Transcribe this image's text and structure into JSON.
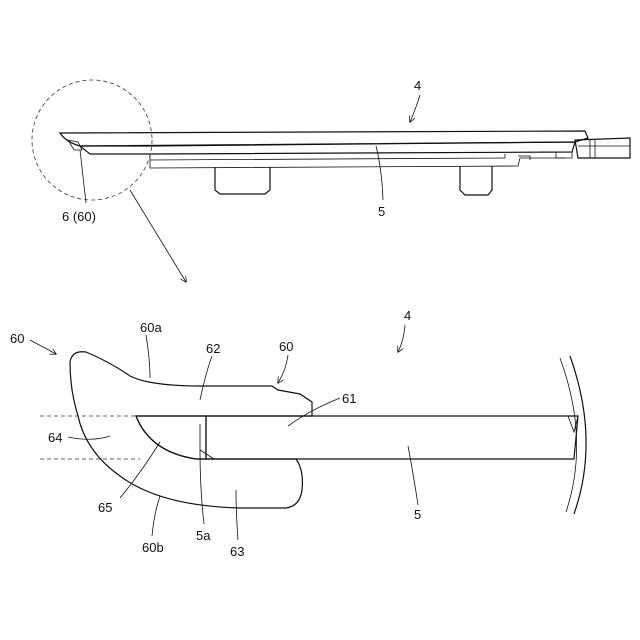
{
  "labels": {
    "top_ref": "4",
    "top_part5": "5",
    "top_callout": "6 (60)",
    "detail_ref": "4",
    "detail_60_left": "60",
    "detail_60a": "60a",
    "detail_62": "62",
    "detail_60_top": "60",
    "detail_61": "61",
    "detail_64": "64",
    "detail_65": "65",
    "detail_5a": "5a",
    "detail_5": "5",
    "detail_60b": "60b",
    "detail_63": "63"
  }
}
